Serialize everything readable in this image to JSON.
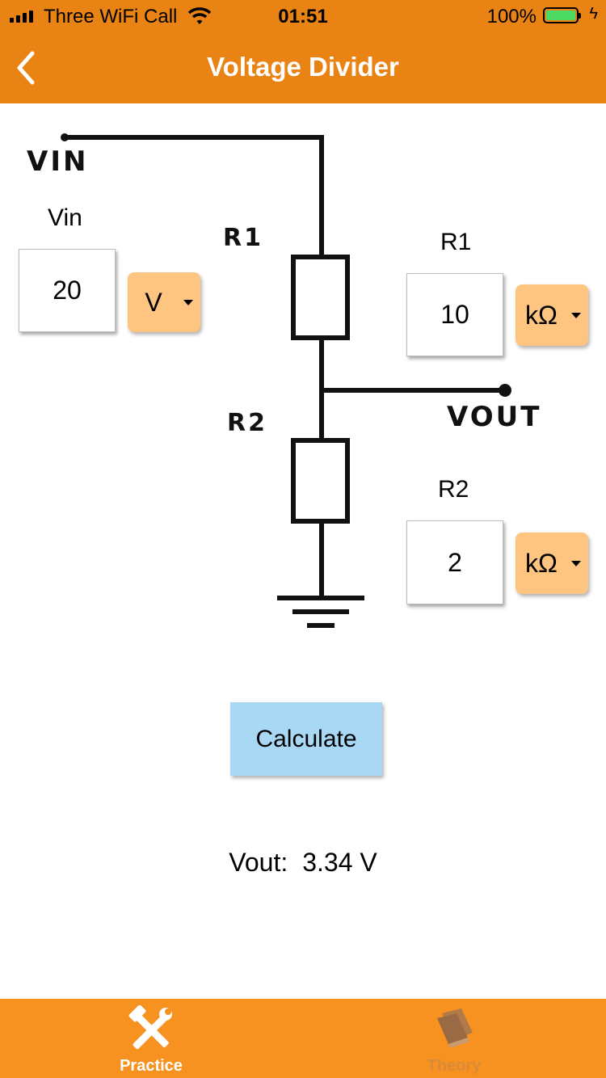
{
  "status_bar": {
    "carrier": "Three WiFi Call",
    "time": "01:51",
    "battery_percent": "100%",
    "battery_color": "#4cd964",
    "signal_bars": 4,
    "icons": [
      "signal-icon",
      "wifi-icon",
      "battery-icon",
      "charging-bolt-icon"
    ]
  },
  "nav": {
    "title": "Voltage Divider",
    "back_icon": "chevron-left-icon",
    "background": "#e88314"
  },
  "circuit": {
    "vin_label": "VIN",
    "r1_label": "R1",
    "r2_label": "R2",
    "vout_label": "VOUT"
  },
  "inputs": {
    "vin": {
      "label": "Vin",
      "value": "20",
      "unit": "V"
    },
    "r1": {
      "label": "R1",
      "value": "10",
      "unit": "kΩ"
    },
    "r2": {
      "label": "R2",
      "value": "2",
      "unit": "kΩ"
    }
  },
  "actions": {
    "calculate_label": "Calculate",
    "button_color": "#a9d8f5"
  },
  "result": {
    "label": "Vout:",
    "value": "3.34 V"
  },
  "tabbar": {
    "background": "#f7911f",
    "tabs": [
      {
        "label": "Practice",
        "icon": "tools-icon",
        "active": true,
        "color": "#ffffff"
      },
      {
        "label": "Theory",
        "icon": "book-icon",
        "active": false,
        "color": "#d98a3a"
      }
    ]
  }
}
